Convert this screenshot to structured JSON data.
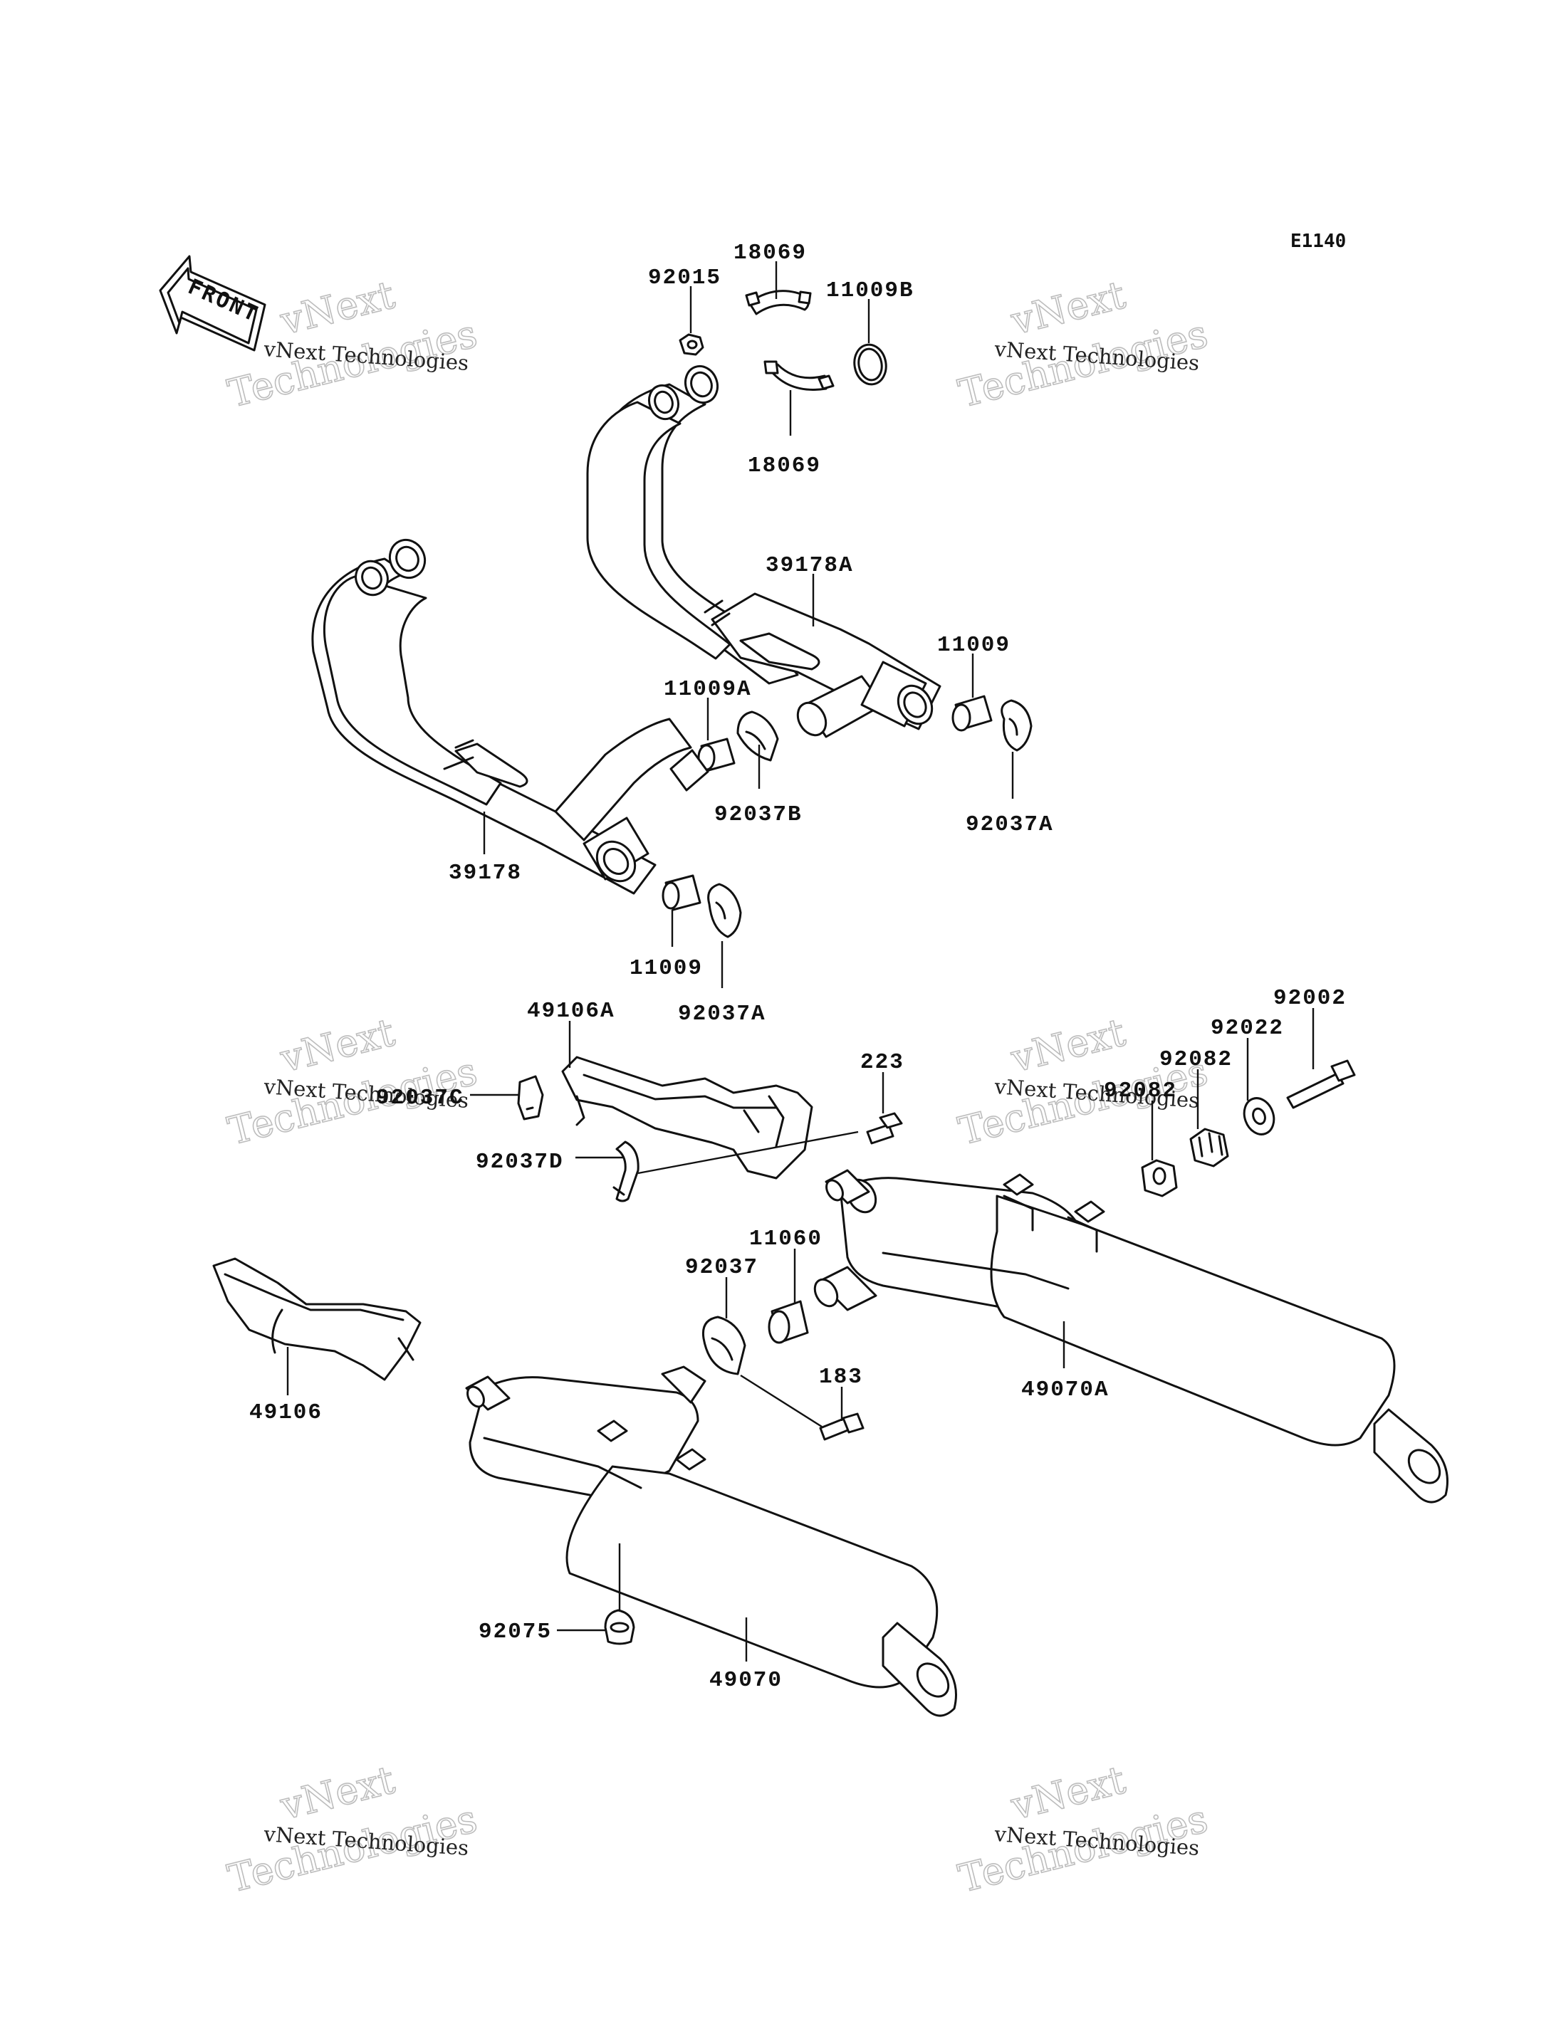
{
  "diagram_code": "E1140",
  "front_label": "FRONT",
  "watermark": {
    "line1": "vNext Technologies",
    "line2": "Technologies",
    "line3": "vNext"
  },
  "part_labels": [
    "92015",
    "18069",
    "11009B",
    "18069",
    "39178A",
    "11009",
    "11009A",
    "92037B",
    "92037A",
    "39178",
    "11009",
    "92037A",
    "49106A",
    "92037C",
    "223",
    "92037D",
    "92022",
    "92002",
    "92082",
    "92082",
    "11060",
    "92037",
    "183",
    "49070A",
    "49106",
    "92075",
    "49070"
  ]
}
